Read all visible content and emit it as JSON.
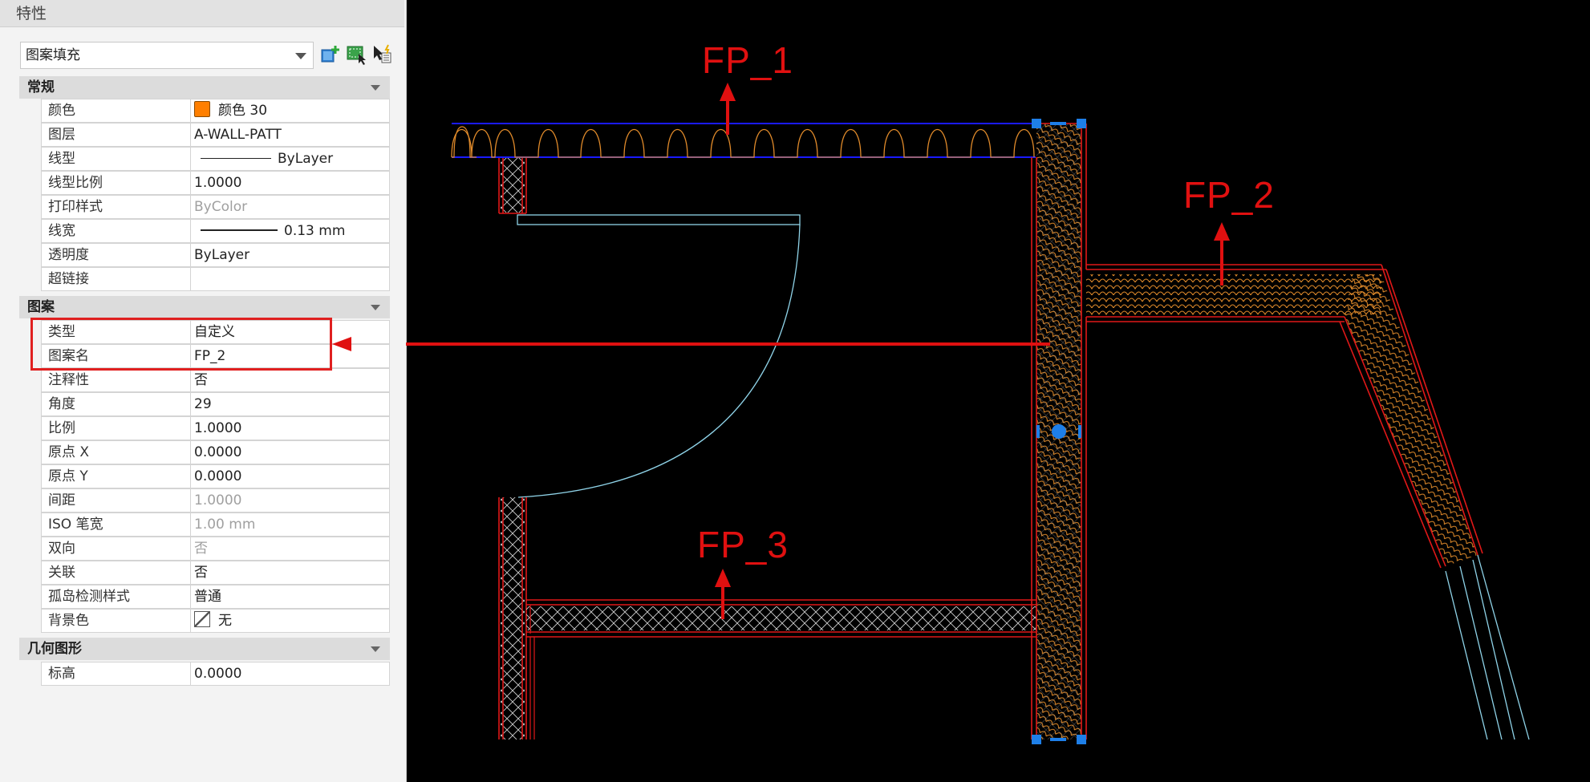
{
  "panel": {
    "title": "特性",
    "object_type": "图案填充",
    "toolbar": [
      {
        "icon": "add-selection-icon"
      },
      {
        "icon": "quick-select-icon"
      },
      {
        "icon": "toggle-pickadd-icon"
      }
    ],
    "sections": {
      "general": {
        "label": "常规",
        "rows": [
          {
            "name": "颜色",
            "value": "颜色 30",
            "swatch": "#ff7f00"
          },
          {
            "name": "图层",
            "value": "A-WALL-PATT"
          },
          {
            "name": "线型",
            "value": "ByLayer"
          },
          {
            "name": "线型比例",
            "value": "1.0000"
          },
          {
            "name": "打印样式",
            "value": "ByColor"
          },
          {
            "name": "线宽",
            "value": "0.13 mm"
          },
          {
            "name": "透明度",
            "value": "ByLayer"
          },
          {
            "name": "超链接",
            "value": ""
          }
        ]
      },
      "pattern": {
        "label": "图案",
        "rows": [
          {
            "name": "类型",
            "value": "自定义"
          },
          {
            "name": "图案名",
            "value": "FP_2"
          },
          {
            "name": "注释性",
            "value": "否"
          },
          {
            "name": "角度",
            "value": "29"
          },
          {
            "name": "比例",
            "value": "1.0000"
          },
          {
            "name": "原点 X",
            "value": "0.0000"
          },
          {
            "name": "原点 Y",
            "value": "0.0000"
          },
          {
            "name": "间距",
            "value": "1.0000"
          },
          {
            "name": "ISO 笔宽",
            "value": "1.00 mm"
          },
          {
            "name": "双向",
            "value": "否"
          },
          {
            "name": "关联",
            "value": "否"
          },
          {
            "name": "孤岛检测样式",
            "value": "普通"
          },
          {
            "name": "背景色",
            "value": "无"
          }
        ]
      },
      "geometry": {
        "label": "几何图形",
        "rows": [
          {
            "name": "标高",
            "value": "0.0000"
          }
        ]
      }
    }
  },
  "canvas": {
    "labels": {
      "fp1": "FP_1",
      "fp2": "FP_2",
      "fp3": "FP_3"
    },
    "colors": {
      "background": "#000000",
      "wall_line": "#e01818",
      "hatch_orange": "#e08a2a",
      "hatch_white": "#d9d9d9",
      "blue_line": "#1a1aff",
      "cyan_line": "#8fd3e8",
      "grip": "#1e7fe8",
      "annotation_red": "#e01010"
    }
  }
}
